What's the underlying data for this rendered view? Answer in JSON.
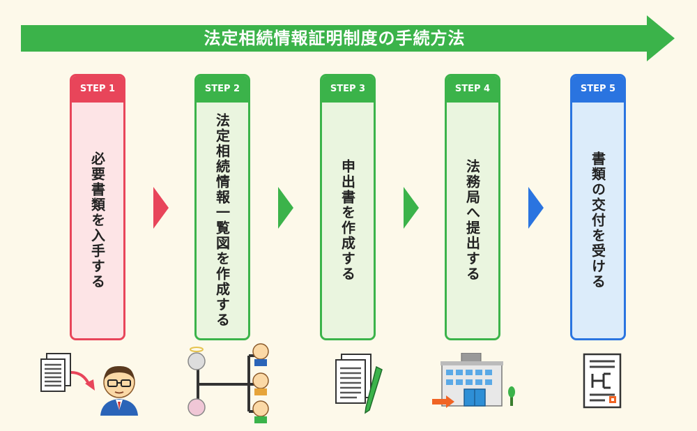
{
  "banner": {
    "title": "法定相続情報証明制度の手続方法"
  },
  "steps": [
    {
      "label": "STEP 1",
      "text": "必要書類を入手する",
      "color": "#e8455a",
      "bg": "#fde4e6"
    },
    {
      "label": "STEP 2",
      "text": "法定相続情報一覧図を作成する",
      "color": "#3bb34a",
      "bg": "#eaf5df"
    },
    {
      "label": "STEP 3",
      "text": "申出書を作成する",
      "color": "#3bb34a",
      "bg": "#eaf5df"
    },
    {
      "label": "STEP 4",
      "text": "法務局へ提出する",
      "color": "#3bb34a",
      "bg": "#eaf5df"
    },
    {
      "label": "STEP 5",
      "text": "書類の交付を受ける",
      "color": "#2a74e0",
      "bg": "#dcecfa"
    }
  ],
  "icons": [
    "document-icon",
    "person-icon",
    "family-tree-icon",
    "pen-document-icon",
    "building-icon",
    "certificate-icon"
  ]
}
